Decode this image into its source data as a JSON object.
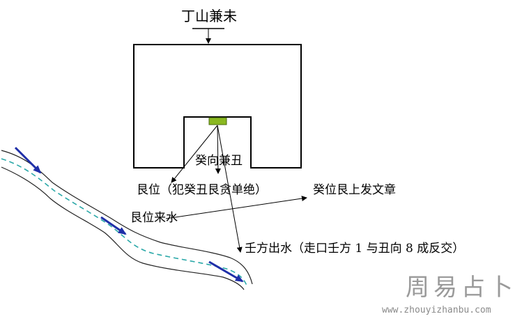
{
  "labels": {
    "top": "丁山兼未",
    "facing": "癸向兼丑",
    "gen_position": "艮位（犯癸丑艮贪单绝）",
    "gui_position": "癸位艮上发文章",
    "gen_water": "艮位来水",
    "ren_water": "壬方出水（走口壬方 1 与丑向 8 成反交）"
  },
  "watermark": {
    "text": "周易占卜",
    "url": "www.zhouyizhanbu.com"
  },
  "colors": {
    "outline": "#000000",
    "marker": "#8ab820",
    "river_bank": "#222222",
    "river_dash": "#2aa8a8",
    "flow_arrow": "#1f2fa8",
    "watermark": "#9a9a9a"
  }
}
